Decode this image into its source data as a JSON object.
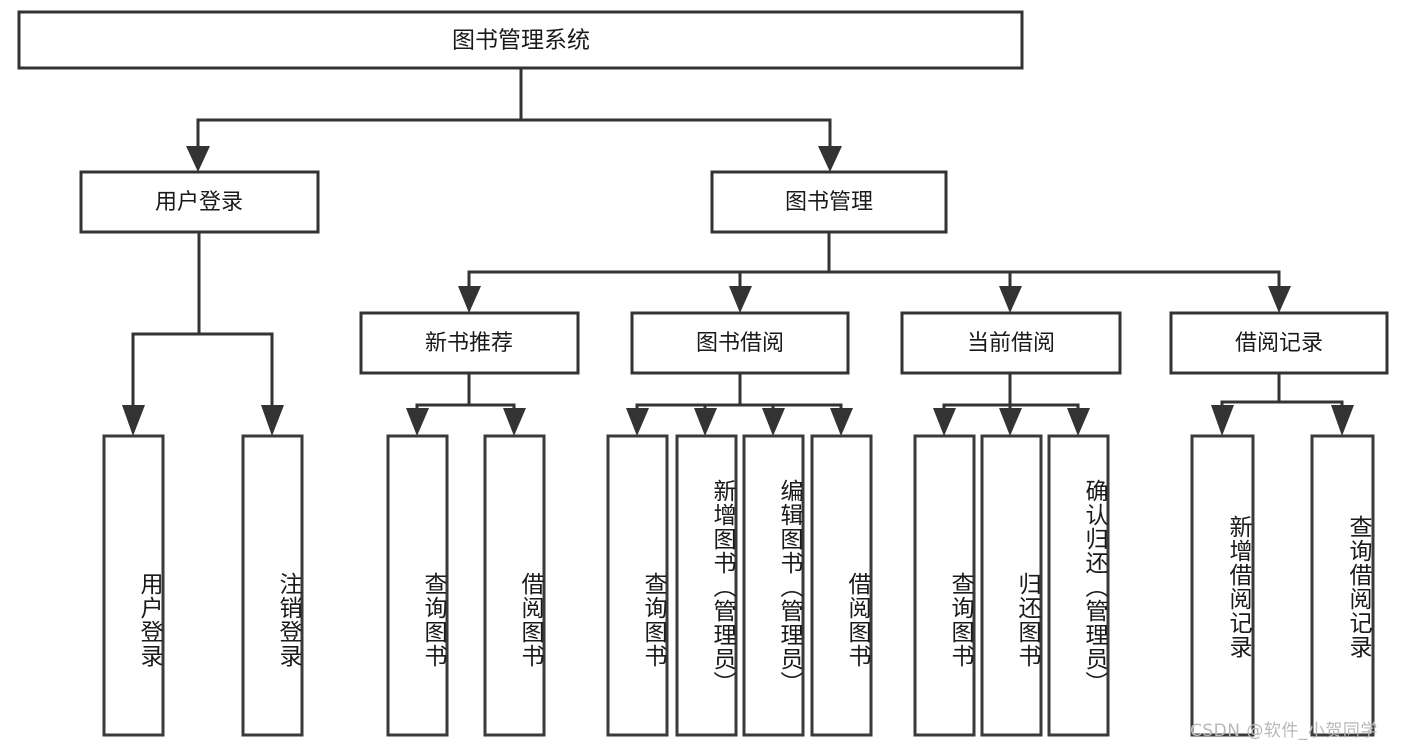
{
  "diagram": {
    "type": "tree-hierarchy-flowchart",
    "title_node": {
      "label": "图书管理系统"
    },
    "level1": [
      {
        "label": "用户登录"
      },
      {
        "label": "图书管理"
      }
    ],
    "level2": [
      {
        "label": "新书推荐"
      },
      {
        "label": "图书借阅"
      },
      {
        "label": "当前借阅"
      },
      {
        "label": "借阅记录"
      }
    ],
    "leaves_user_login": [
      {
        "label": "用户登录"
      },
      {
        "label": "注销登录"
      }
    ],
    "leaves_new_book": [
      {
        "label": "查询图书"
      },
      {
        "label": "借阅图书"
      }
    ],
    "leaves_borrow": [
      {
        "label": "查询图书"
      },
      {
        "label": "新增图书（管理员）"
      },
      {
        "label": "编辑图书（管理员）"
      },
      {
        "label": "借阅图书"
      }
    ],
    "leaves_current": [
      {
        "label": "查询图书"
      },
      {
        "label": "归还图书"
      },
      {
        "label": "确认归还（管理员）"
      }
    ],
    "leaves_records": [
      {
        "label": "新增借阅记录"
      },
      {
        "label": "查询借阅记录"
      }
    ]
  },
  "watermark": {
    "text": "CSDN @软件_小贺同学"
  },
  "colors": {
    "stroke": "#333333",
    "fill": "#ffffff",
    "text": "#1a1a1a",
    "watermark": "#b8b8b8"
  }
}
